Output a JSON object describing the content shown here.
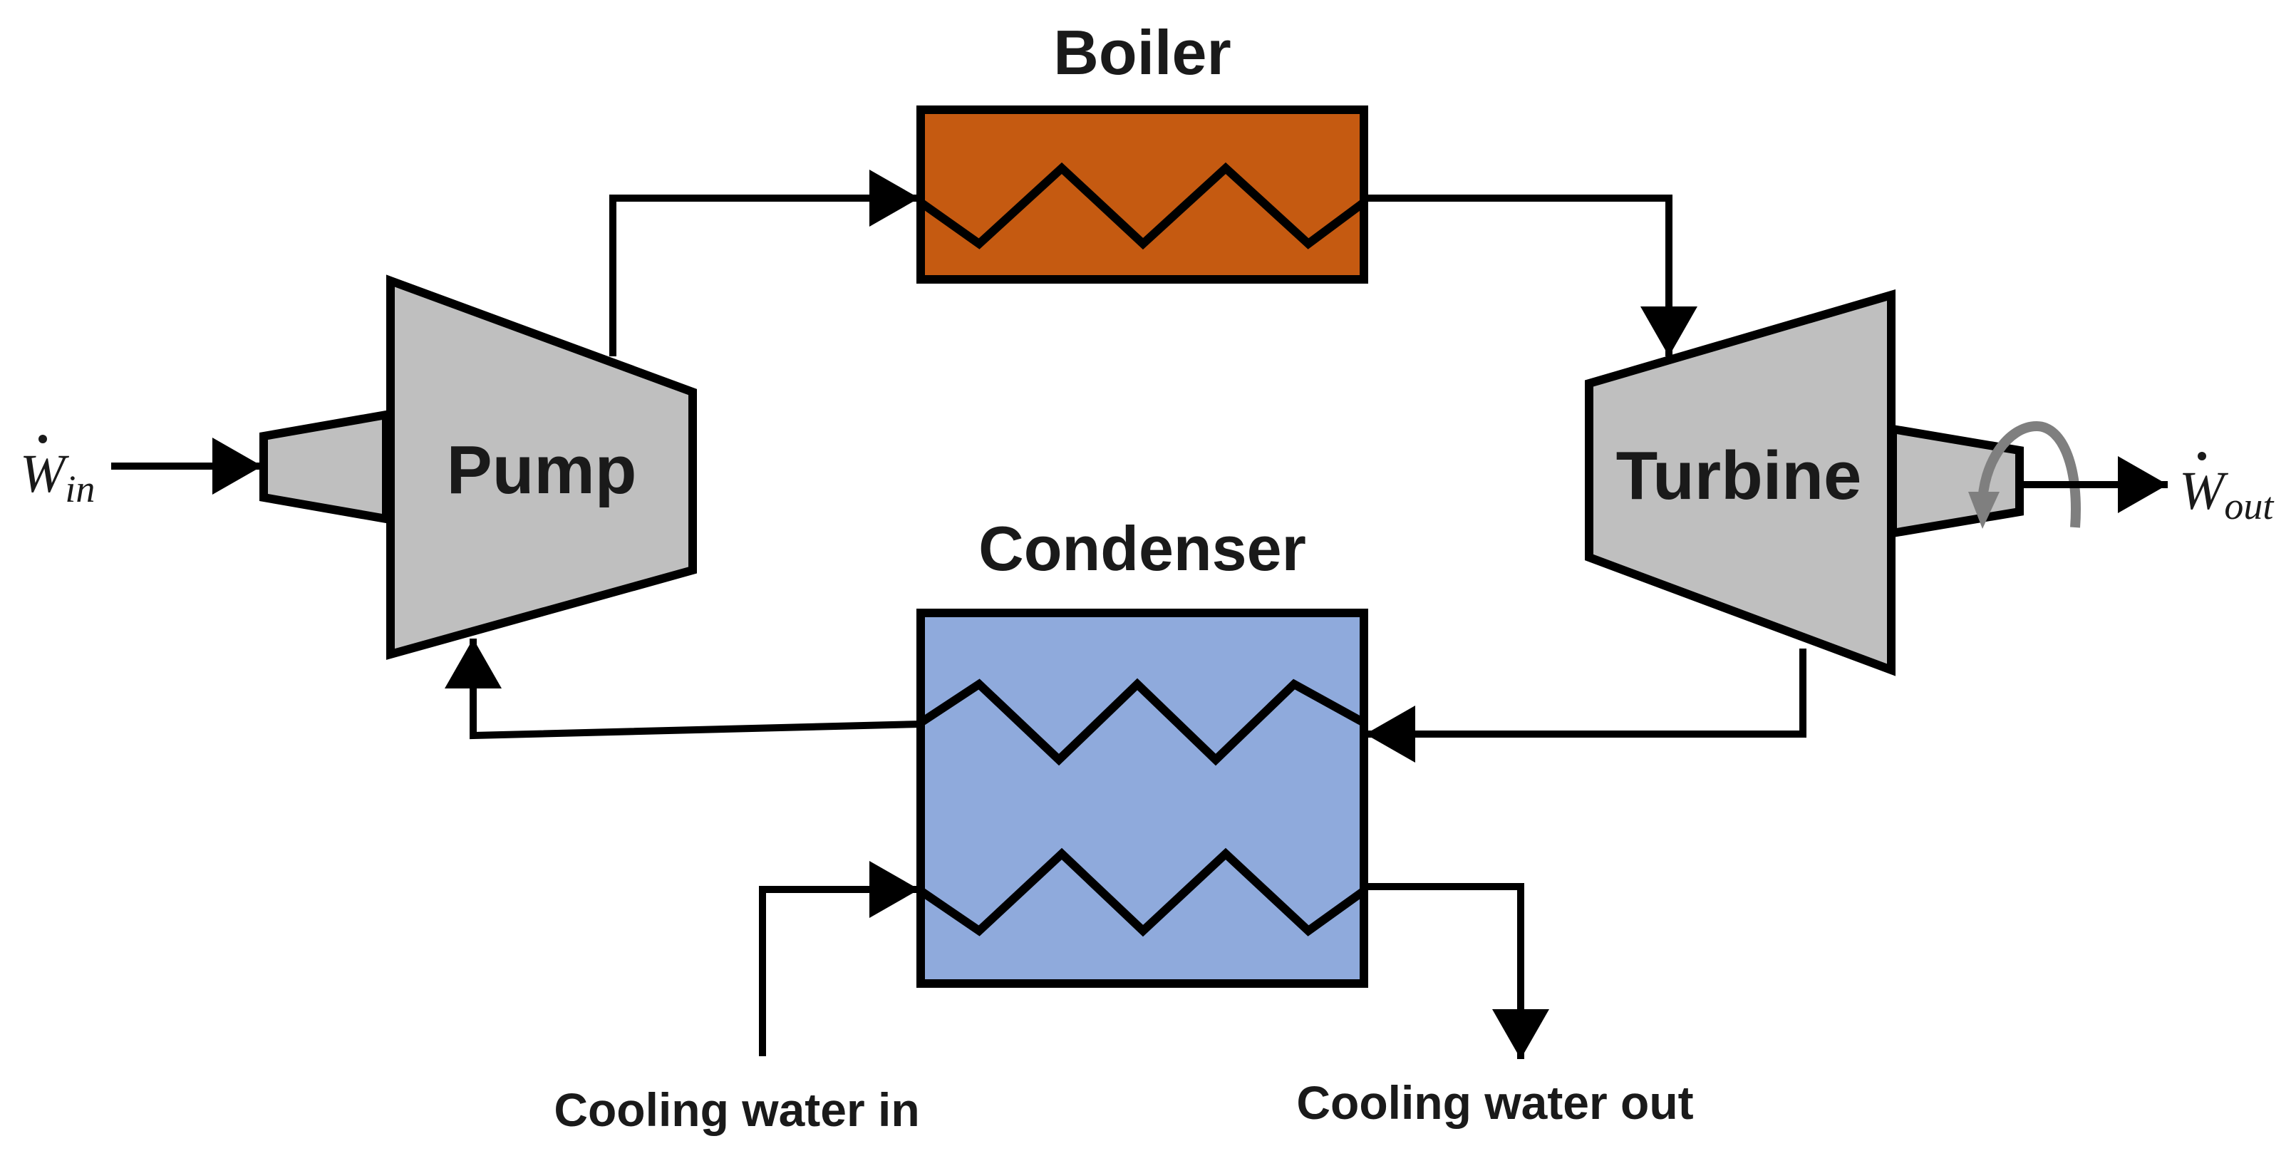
{
  "labels": {
    "boiler": "Boiler",
    "condenser": "Condenser",
    "pump": "Pump",
    "turbine": "Turbine",
    "cooling_in": "Cooling water in",
    "cooling_out": "Cooling water out",
    "work_in_base": "W",
    "work_in_sub": "in",
    "work_out_base": "W",
    "work_out_sub": "out"
  },
  "colors": {
    "boiler_fill": "#c55a11",
    "condenser_fill": "#8faadc",
    "machine_fill": "#bfbfbf",
    "stroke": "#000000",
    "rotation_arrow": "#7f7f7f"
  }
}
